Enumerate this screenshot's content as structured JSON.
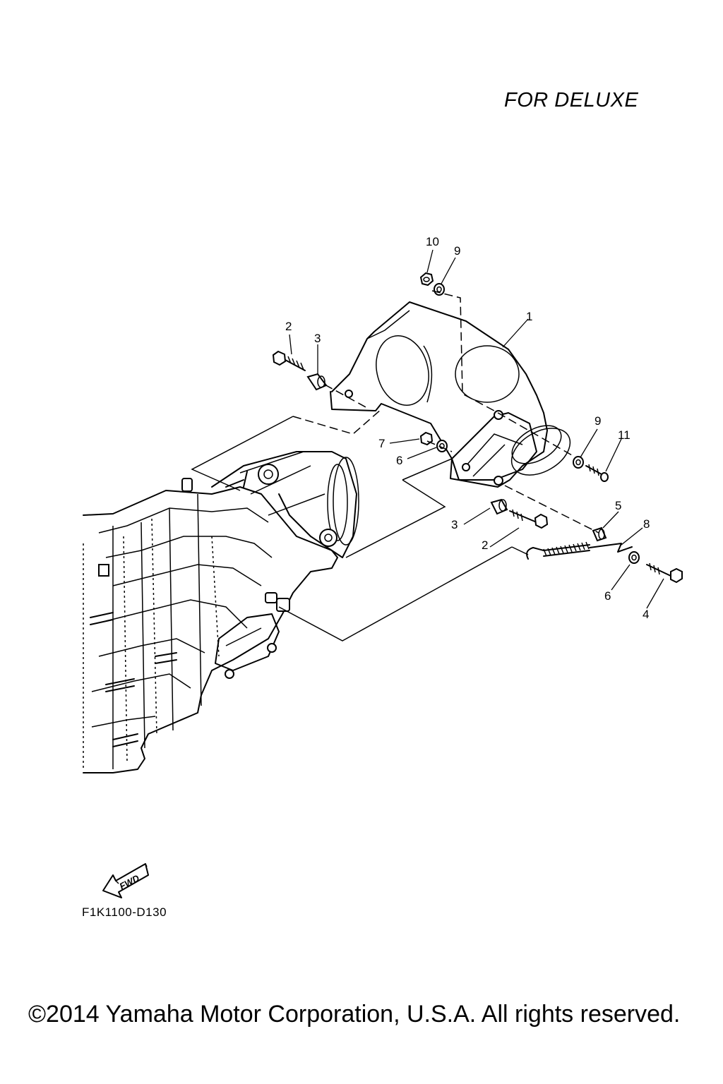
{
  "title": "FOR DELUXE",
  "drawing_code": "F1K1100-D130",
  "copyright": "©2014 Yamaha Motor Corporation, U.S.A. All rights reserved.",
  "fwd_label": "FWD",
  "callouts": {
    "c10": "10",
    "c9a": "9",
    "c1": "1",
    "c2a": "2",
    "c3a": "3",
    "c7": "7",
    "c6a": "6",
    "c9b": "9",
    "c11": "11",
    "c5": "5",
    "c3b": "3",
    "c8": "8",
    "c2b": "2",
    "c6b": "6",
    "c4": "4"
  }
}
